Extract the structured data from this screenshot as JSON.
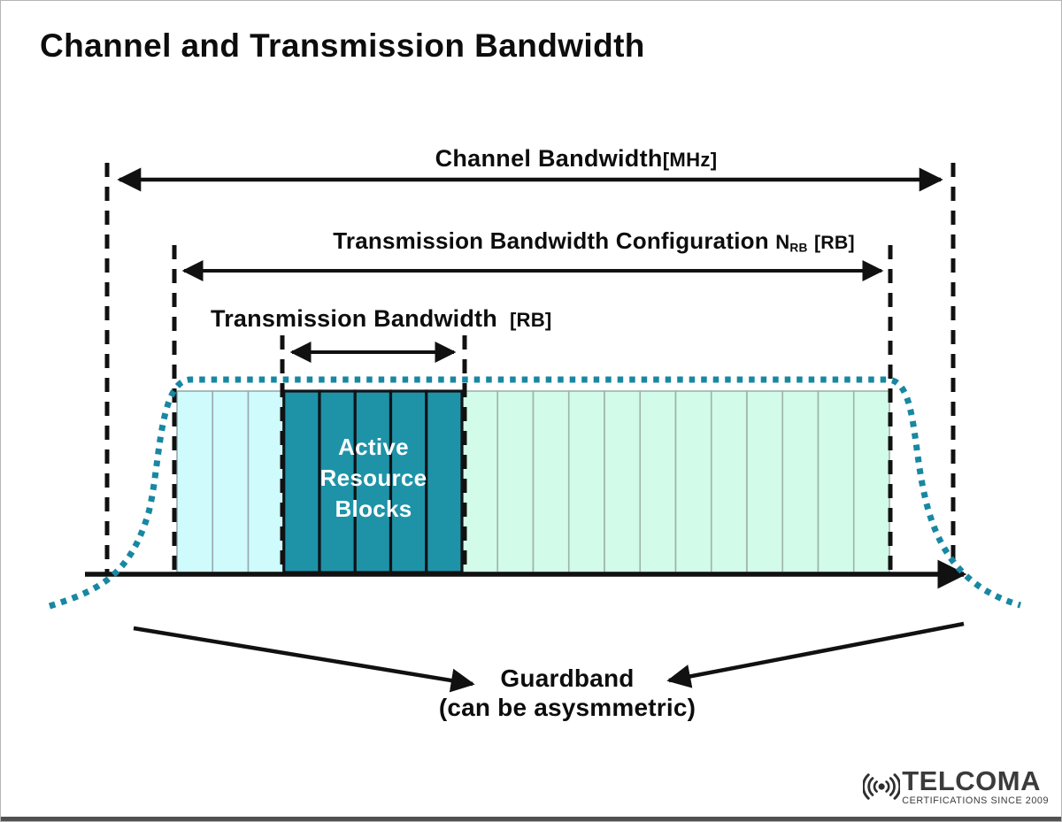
{
  "page": {
    "title": "Channel and Transmission Bandwidth"
  },
  "labels": {
    "channel": {
      "text": "Channel Bandwidth",
      "unit": "[MHz]"
    },
    "config": {
      "text": "Transmission Bandwidth Configuration",
      "symbol": "N",
      "symbol_sub": "RB",
      "unit": "[RB]"
    },
    "transmission": {
      "text": "Transmission Bandwidth",
      "unit": "[RB]"
    },
    "active": {
      "line1": "Active",
      "line2": "Resource",
      "line3": "Blocks"
    },
    "guardband": {
      "line1": "Guardband",
      "line2": "(can be asysmmetric)"
    }
  },
  "diagram": {
    "total_blocks": 20,
    "block_groups": [
      {
        "name": "inactive-left",
        "count": 3,
        "fill": "#cffbfd",
        "stroke": "#98aaac",
        "stroke_width": 1.6
      },
      {
        "name": "active",
        "count": 5,
        "fill": "#1e93a8",
        "stroke": "#101418",
        "stroke_width": 3.2
      },
      {
        "name": "inactive-right",
        "count": 12,
        "fill": "#d2fbe9",
        "stroke": "#9eb3ab",
        "stroke_width": 1.6
      }
    ],
    "curve_color": "#1887a2",
    "line_color": "#111111"
  },
  "logo": {
    "icon": "radio-waves-icon",
    "brand": "TELCOMA",
    "tagline": "CERTIFICATIONS SINCE 2009"
  }
}
